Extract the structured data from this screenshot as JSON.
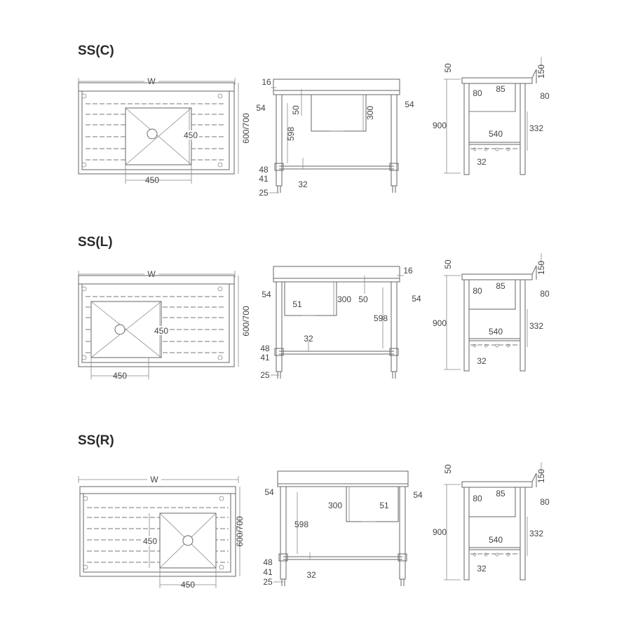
{
  "variants": [
    {
      "title": "SS(C)",
      "top_view": {
        "width_label": "W",
        "depth_label": "600/700",
        "bowl_width": "450",
        "bowl_depth": "450"
      },
      "front_view": {
        "splash": "16",
        "left_edge": "54",
        "right_edge": "54",
        "bowl_depth": "50",
        "bowl_height": "300",
        "leg_height": "598",
        "rail_height": "48",
        "rail_offset": "41",
        "tube": "32",
        "foot": "25"
      },
      "side_view": {
        "splash_height": "50",
        "splash_back": "150",
        "left_post": "80",
        "bowl_offset": "85",
        "right_post": "80",
        "total_height": "900",
        "bowl_drop": "332",
        "rail_width": "540",
        "tube": "32"
      }
    },
    {
      "title": "SS(L)",
      "top_view": {
        "width_label": "W",
        "depth_label": "600/700",
        "bowl_width": "450",
        "bowl_depth": "450"
      },
      "front_view": {
        "splash": "16",
        "left_edge": "54",
        "right_edge": "54",
        "bowl_offset": "51",
        "bowl_height": "300",
        "bowl_depth": "50",
        "leg_height": "598",
        "rail_height": "48",
        "rail_offset": "41",
        "tube": "32",
        "foot": "25"
      },
      "side_view": {
        "splash_height": "50",
        "splash_back": "150",
        "left_post": "80",
        "bowl_offset": "85",
        "right_post": "80",
        "total_height": "900",
        "bowl_drop": "332",
        "rail_width": "540",
        "tube": "32"
      }
    },
    {
      "title": "SS(R)",
      "top_view": {
        "width_label": "W",
        "depth_label": "600/700",
        "bowl_width": "450",
        "bowl_depth": "450"
      },
      "front_view": {
        "left_edge": "54",
        "right_edge": "54",
        "bowl_height": "300",
        "bowl_offset": "51",
        "leg_height": "598",
        "rail_height": "48",
        "rail_offset": "41",
        "tube": "32",
        "foot": "25"
      },
      "side_view": {
        "splash_height": "50",
        "splash_back": "150",
        "left_post": "80",
        "bowl_offset": "85",
        "right_post": "80",
        "total_height": "900",
        "bowl_drop": "332",
        "rail_width": "540",
        "tube": "32"
      }
    }
  ]
}
